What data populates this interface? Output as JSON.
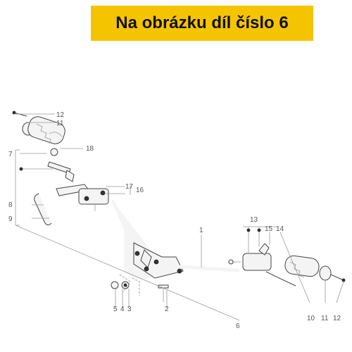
{
  "banner": {
    "text": "Na obrázku díl číslo 6",
    "color": "#f5c400"
  },
  "callouts": {
    "c1": "1",
    "c2": "2",
    "c3": "3",
    "c4": "4",
    "c5": "5",
    "c6": "6",
    "c7": "7",
    "c8": "8",
    "c9": "9",
    "c10": "10",
    "c11a": "11",
    "c11b": "11",
    "c12a": "12",
    "c12b": "12",
    "c13": "13",
    "c14": "14",
    "c15": "15",
    "c16": "16",
    "c17": "17",
    "c18": "18"
  }
}
